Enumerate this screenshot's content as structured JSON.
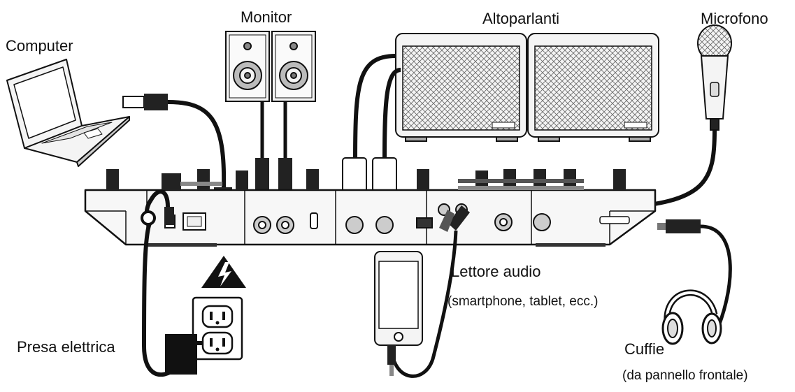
{
  "labels": {
    "computer": "Computer",
    "monitor": "Monitor",
    "speakers": "Altoparlanti",
    "microphone": "Microfono",
    "audio_player": "Lettore audio",
    "audio_player_sub": "(smartphone, tablet, ecc.)",
    "power_outlet": "Presa elettrica",
    "headphones": "Cuffie",
    "headphones_sub": "(da pannello frontale)"
  },
  "colors": {
    "line": "#111111",
    "fill_light": "#f4f4f4",
    "fill_mid": "#dcdcdc",
    "fill_dark": "#222222",
    "background": "#ffffff"
  }
}
